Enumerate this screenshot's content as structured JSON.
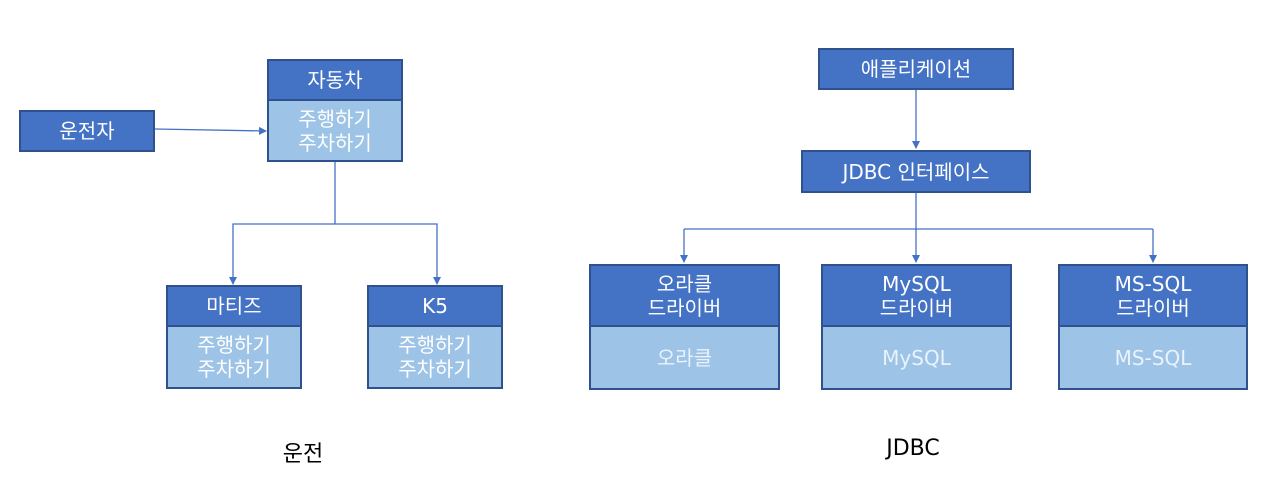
{
  "driving": {
    "caption": "운전",
    "driver": "운전자",
    "car": {
      "title": "자동차",
      "methods": [
        "주행하기",
        "주차하기"
      ]
    },
    "matiz": {
      "title": "마티즈",
      "methods": [
        "주행하기",
        "주차하기"
      ]
    },
    "k5": {
      "title": "K5",
      "methods": [
        "주행하기",
        "주차하기"
      ]
    }
  },
  "jdbc": {
    "caption": "JDBC",
    "application": "애플리케이션",
    "interface": "JDBC 인터페이스",
    "drivers": [
      {
        "title": [
          "오라클",
          "드라이버"
        ],
        "db": "오라클"
      },
      {
        "title": [
          "MySQL",
          "드라이버"
        ],
        "db": "MySQL"
      },
      {
        "title": [
          "MS-SQL",
          "드라이버"
        ],
        "db": "MS-SQL"
      }
    ]
  },
  "colors": {
    "dark_fill": "#4472c4",
    "light_fill": "#9dc3e6",
    "border": "#2f528f",
    "line": "#4472c4"
  }
}
